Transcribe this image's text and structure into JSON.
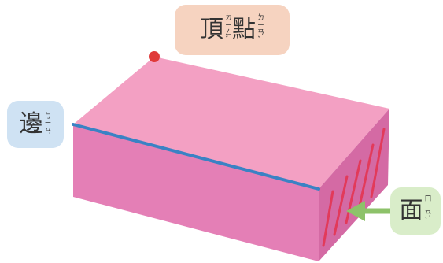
{
  "labels": {
    "vertex": {
      "chars": [
        {
          "han": "頂",
          "zhuyin": "ㄉㄧㄥˇ"
        },
        {
          "han": "點",
          "zhuyin": "ㄉㄧㄢˇ"
        }
      ]
    },
    "edge": {
      "chars": [
        {
          "han": "邊",
          "zhuyin": "ㄅㄧㄢ"
        }
      ]
    },
    "face": {
      "chars": [
        {
          "han": "面",
          "zhuyin": "ㄇㄧㄢˋ"
        }
      ]
    }
  },
  "colors": {
    "vertex_bubble": "#f6d3c0",
    "edge_bubble": "#cfe2f3",
    "face_bubble": "#d9edc9",
    "box_top": "#f3a0c3",
    "box_front": "#e47fb6",
    "box_side": "#d46aa4",
    "edge_line": "#3a82c4",
    "vertex_dot": "#e03a3a",
    "face_hatch": "#e23a5a",
    "arrow": "#8dc26a"
  }
}
